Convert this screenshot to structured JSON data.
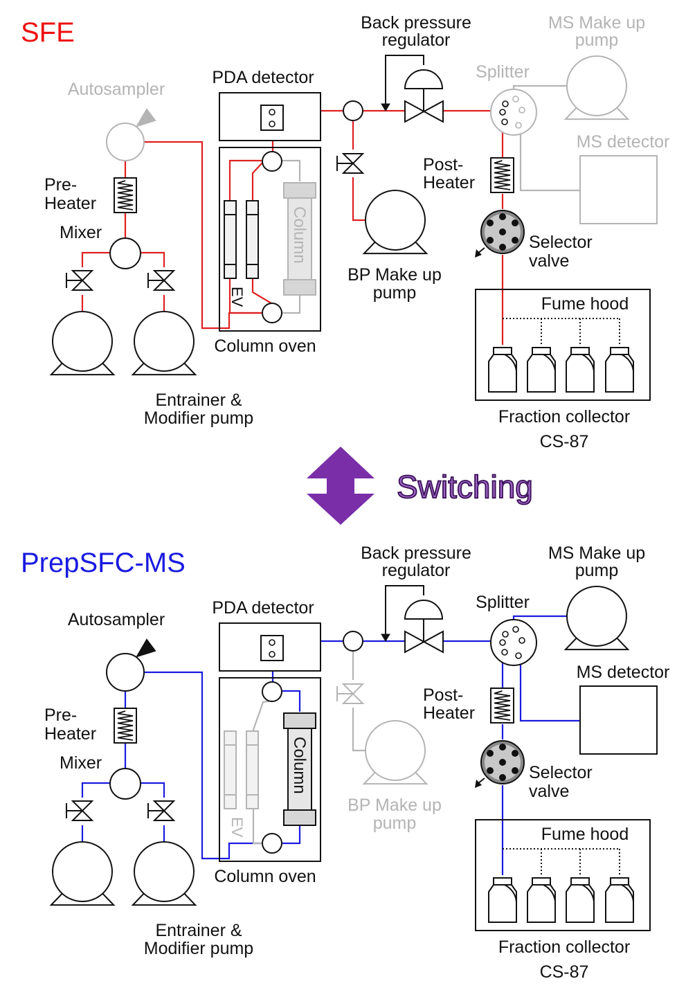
{
  "colors": {
    "sfe_flow": "#e02020",
    "ms_flow": "#1a1adf",
    "active": "#111111",
    "inactive": "#b4b4b4",
    "switch_arrow": "#7a2ea8",
    "sfe_title": "#ee1111",
    "ms_title": "#1a1ae0"
  },
  "switching": {
    "label": "Switching"
  },
  "panels": [
    {
      "mode": "sfe",
      "title": "SFE",
      "labels": {
        "autosampler": "Autosampler",
        "pre_heater_1": "Pre-",
        "pre_heater_2": "Heater",
        "mixer": "Mixer",
        "pumps_1": "Entrainer &",
        "pumps_2": "Modifier pump",
        "pda": "PDA detector",
        "column": "Column",
        "ev": "EV",
        "column_oven": "Column oven",
        "bpr_1": "Back pressure",
        "bpr_2": "regulator",
        "bp_pump_1": "BP Make up",
        "bp_pump_2": "pump",
        "splitter": "Splitter",
        "ms_pump_1": "MS Make up",
        "ms_pump_2": "pump",
        "ms_detector": "MS detector",
        "post_heater_1": "Post-",
        "post_heater_2": "Heater",
        "selector_1": "Selector",
        "selector_2": "valve",
        "fume_hood": "Fume hood",
        "fraction_collector_1": "Fraction collector",
        "fraction_collector_2": "CS-87"
      }
    },
    {
      "mode": "ms",
      "title": "PrepSFC-MS",
      "labels": {
        "autosampler": "Autosampler",
        "pre_heater_1": "Pre-",
        "pre_heater_2": "Heater",
        "mixer": "Mixer",
        "pumps_1": "Entrainer &",
        "pumps_2": "Modifier pump",
        "pda": "PDA detector",
        "column": "Column",
        "ev": "EV",
        "column_oven": "Column oven",
        "bpr_1": "Back pressure",
        "bpr_2": "regulator",
        "bp_pump_1": "BP Make up",
        "bp_pump_2": "pump",
        "splitter": "Splitter",
        "ms_pump_1": "MS Make up",
        "ms_pump_2": "pump",
        "ms_detector": "MS detector",
        "post_heater_1": "Post-",
        "post_heater_2": "Heater",
        "selector_1": "Selector",
        "selector_2": "valve",
        "fume_hood": "Fume hood",
        "fraction_collector_1": "Fraction collector",
        "fraction_collector_2": "CS-87"
      }
    }
  ]
}
